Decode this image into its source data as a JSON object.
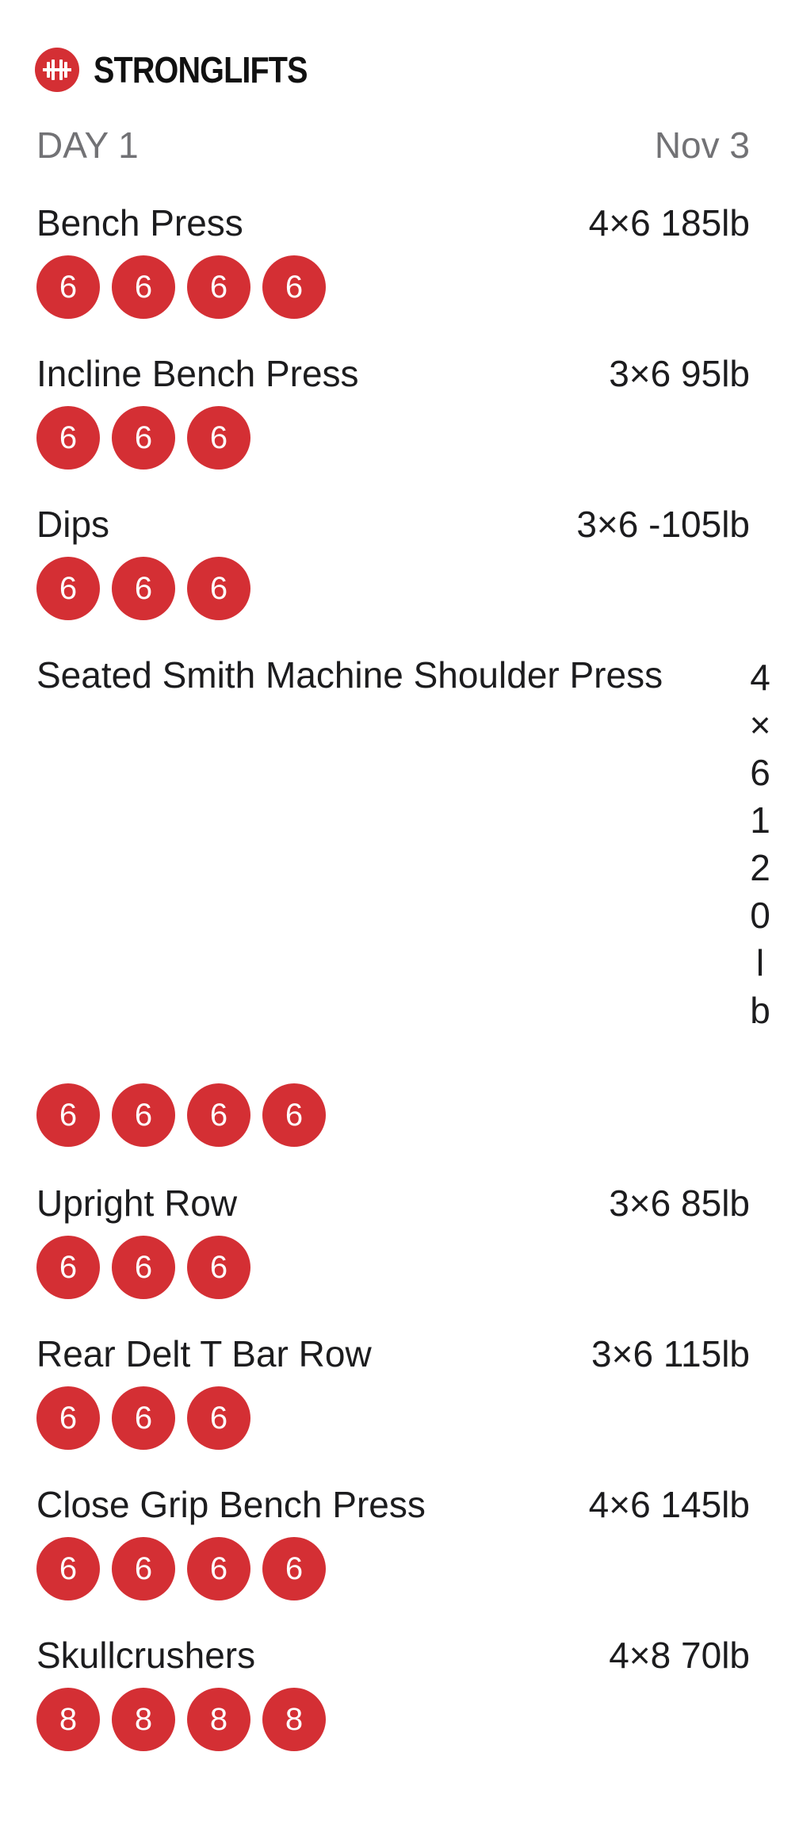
{
  "brand": {
    "name": "STRONGLIFTS",
    "icon": "barbell-icon",
    "color": "#d42f34"
  },
  "workout": {
    "day_label": "DAY 1",
    "date": "Nov 3"
  },
  "exercises": [
    {
      "name": "Bench Press",
      "scheme": "4×6 185lb",
      "reps": [
        "6",
        "6",
        "6",
        "6"
      ]
    },
    {
      "name": "Incline Bench Press",
      "scheme": "3×6 95lb",
      "reps": [
        "6",
        "6",
        "6"
      ]
    },
    {
      "name": "Dips",
      "scheme": "3×6 -105lb",
      "reps": [
        "6",
        "6",
        "6"
      ]
    },
    {
      "name": "Seated Smith Machine Shoulder Press",
      "scheme": "4×6 120lb",
      "reps": [
        "6",
        "6",
        "6",
        "6"
      ]
    },
    {
      "name": "Upright Row",
      "scheme": "3×6 85lb",
      "reps": [
        "6",
        "6",
        "6"
      ]
    },
    {
      "name": "Rear Delt T Bar Row",
      "scheme": "3×6 115lb",
      "reps": [
        "6",
        "6",
        "6"
      ]
    },
    {
      "name": "Close Grip Bench Press",
      "scheme": "4×6 145lb",
      "reps": [
        "6",
        "6",
        "6",
        "6"
      ]
    },
    {
      "name": "Skullcrushers",
      "scheme": "4×8 70lb",
      "reps": [
        "8",
        "8",
        "8",
        "8"
      ]
    }
  ]
}
